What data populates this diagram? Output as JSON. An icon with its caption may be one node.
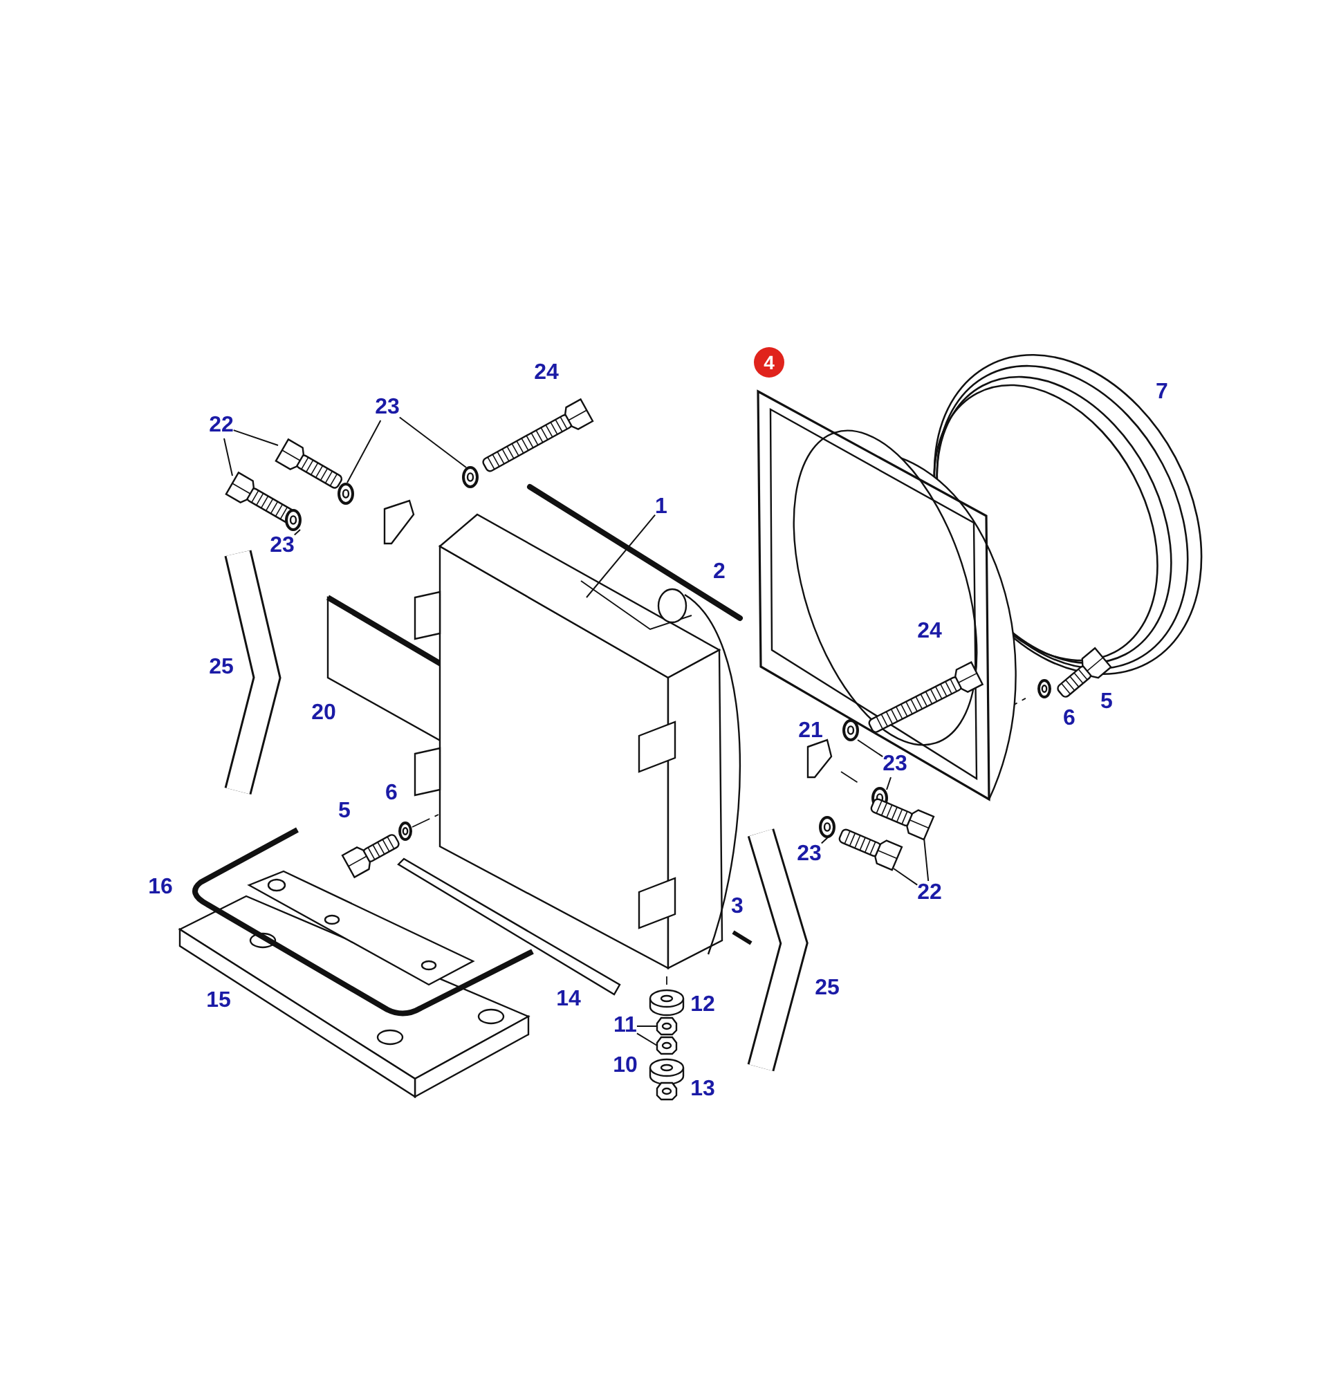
{
  "diagram": {
    "nodes": [
      {
        "text": [
          "22"
        ]
      },
      {
        "text": [],
        "shape": "picture"
      },
      {
        "text": [],
        "shape": "picture"
      },
      {
        "text": [
          "23"
        ]
      },
      {
        "text": [],
        "shape": "picture"
      },
      {
        "text": [],
        "shape": "picture"
      },
      {
        "text": [
          "23"
        ]
      },
      {
        "text": [],
        "shape": "picture"
      },
      {
        "text": [
          "1"
        ]
      },
      {
        "text": [],
        "shape": "picture"
      },
      {
        "text": [
          "23"
        ]
      },
      {
        "text": [],
        "shape": "picture"
      },
      {
        "text": [],
        "shape": "picture"
      },
      {
        "text": [
          "23"
        ]
      },
      {
        "text": [],
        "shape": "picture"
      },
      {
        "text": [
          "22"
        ]
      },
      {
        "text": [],
        "shape": "picture"
      },
      {
        "text": [],
        "shape": "picture"
      },
      {
        "text": [
          "11"
        ]
      },
      {
        "text": [],
        "shape": "picture"
      },
      {
        "text": [],
        "shape": "picture"
      }
    ],
    "edges": [
      {
        "from": 0,
        "to": 1,
        "arrow": "none"
      },
      {
        "from": 0,
        "to": 2,
        "arrow": "none"
      },
      {
        "from": 3,
        "to": 4,
        "arrow": "none"
      },
      {
        "from": 3,
        "to": 5,
        "arrow": "none"
      },
      {
        "from": 6,
        "to": 7,
        "arrow": "none"
      },
      {
        "from": 8,
        "to": 9,
        "arrow": "none"
      },
      {
        "from": 10,
        "to": 11,
        "arrow": "none"
      },
      {
        "from": 10,
        "to": 12,
        "arrow": "none"
      },
      {
        "from": 13,
        "to": 14,
        "arrow": "none"
      },
      {
        "from": 15,
        "to": 16,
        "arrow": "none"
      },
      {
        "from": 15,
        "to": 17,
        "arrow": "none"
      },
      {
        "from": 18,
        "to": 19,
        "arrow": "none"
      },
      {
        "from": 18,
        "to": 20,
        "arrow": "none"
      }
    ],
    "labels": [
      "4",
      "24",
      "7",
      "2",
      "24",
      "25",
      "5",
      "20",
      "6",
      "21",
      "6",
      "5",
      "16",
      "3",
      "25",
      "14",
      "15",
      "12",
      "10",
      "13"
    ]
  }
}
